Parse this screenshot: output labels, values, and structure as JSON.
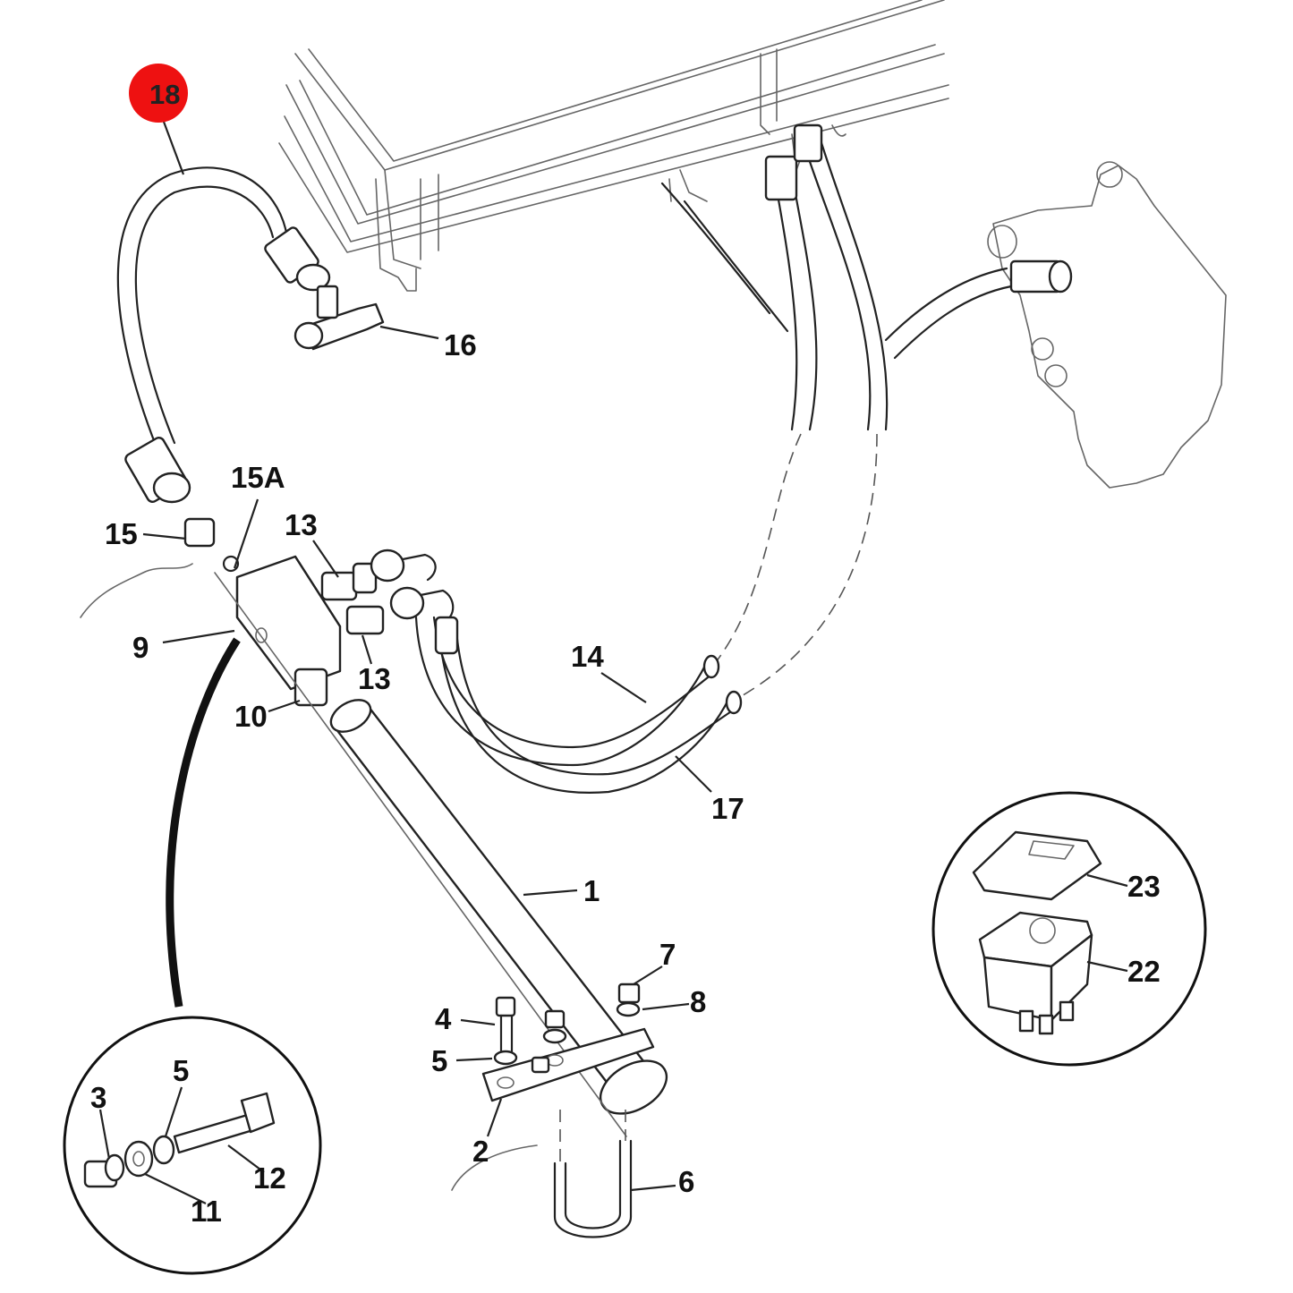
{
  "diagram": {
    "highlight_color": "#ee1111",
    "callouts": [
      {
        "id": "c18",
        "text": "18",
        "highlighted": true
      },
      {
        "id": "c16",
        "text": "16"
      },
      {
        "id": "c15A",
        "text": "15A"
      },
      {
        "id": "c15",
        "text": "15"
      },
      {
        "id": "c13a",
        "text": "13"
      },
      {
        "id": "c13b",
        "text": "13"
      },
      {
        "id": "c9",
        "text": "9"
      },
      {
        "id": "c10",
        "text": "10"
      },
      {
        "id": "c14",
        "text": "14"
      },
      {
        "id": "c17",
        "text": "17"
      },
      {
        "id": "c1",
        "text": "1"
      },
      {
        "id": "c7",
        "text": "7"
      },
      {
        "id": "c8",
        "text": "8"
      },
      {
        "id": "c4",
        "text": "4"
      },
      {
        "id": "c5a",
        "text": "5"
      },
      {
        "id": "c2",
        "text": "2"
      },
      {
        "id": "c6",
        "text": "6"
      },
      {
        "id": "c23",
        "text": "23"
      },
      {
        "id": "c22",
        "text": "22"
      },
      {
        "id": "c3",
        "text": "3"
      },
      {
        "id": "c5b",
        "text": "5"
      },
      {
        "id": "c12",
        "text": "12"
      },
      {
        "id": "c11",
        "text": "11"
      }
    ]
  }
}
